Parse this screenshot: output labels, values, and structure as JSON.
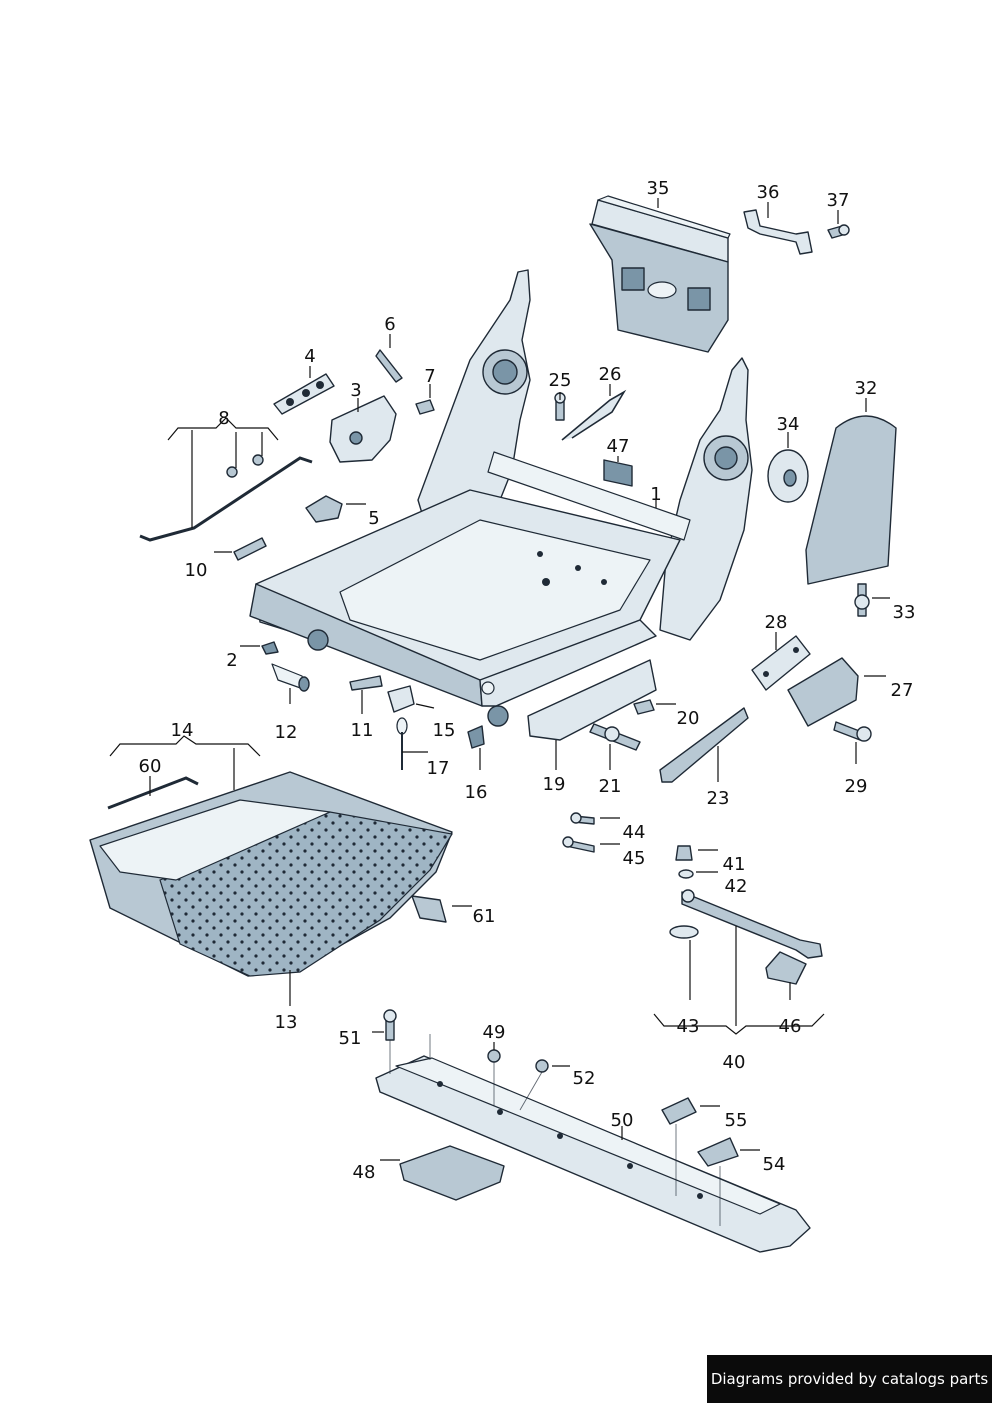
{
  "credit_text": "Diagrams provided by catalogs parts",
  "colors": {
    "part_fill": "#dfe8ee",
    "part_shade": "#b8c8d3",
    "outline": "#1f2a36",
    "banner_bg": "#0b0b0b"
  },
  "labels": [
    "1",
    "2",
    "3",
    "4",
    "5",
    "6",
    "7",
    "8",
    "10",
    "11",
    "12",
    "13",
    "14",
    "15",
    "16",
    "17",
    "19",
    "20",
    "21",
    "23",
    "25",
    "26",
    "27",
    "28",
    "29",
    "32",
    "33",
    "34",
    "35",
    "36",
    "37",
    "40",
    "41",
    "42",
    "43",
    "44",
    "45",
    "46",
    "47",
    "48",
    "49",
    "50",
    "51",
    "52",
    "54",
    "55",
    "60",
    "61"
  ]
}
